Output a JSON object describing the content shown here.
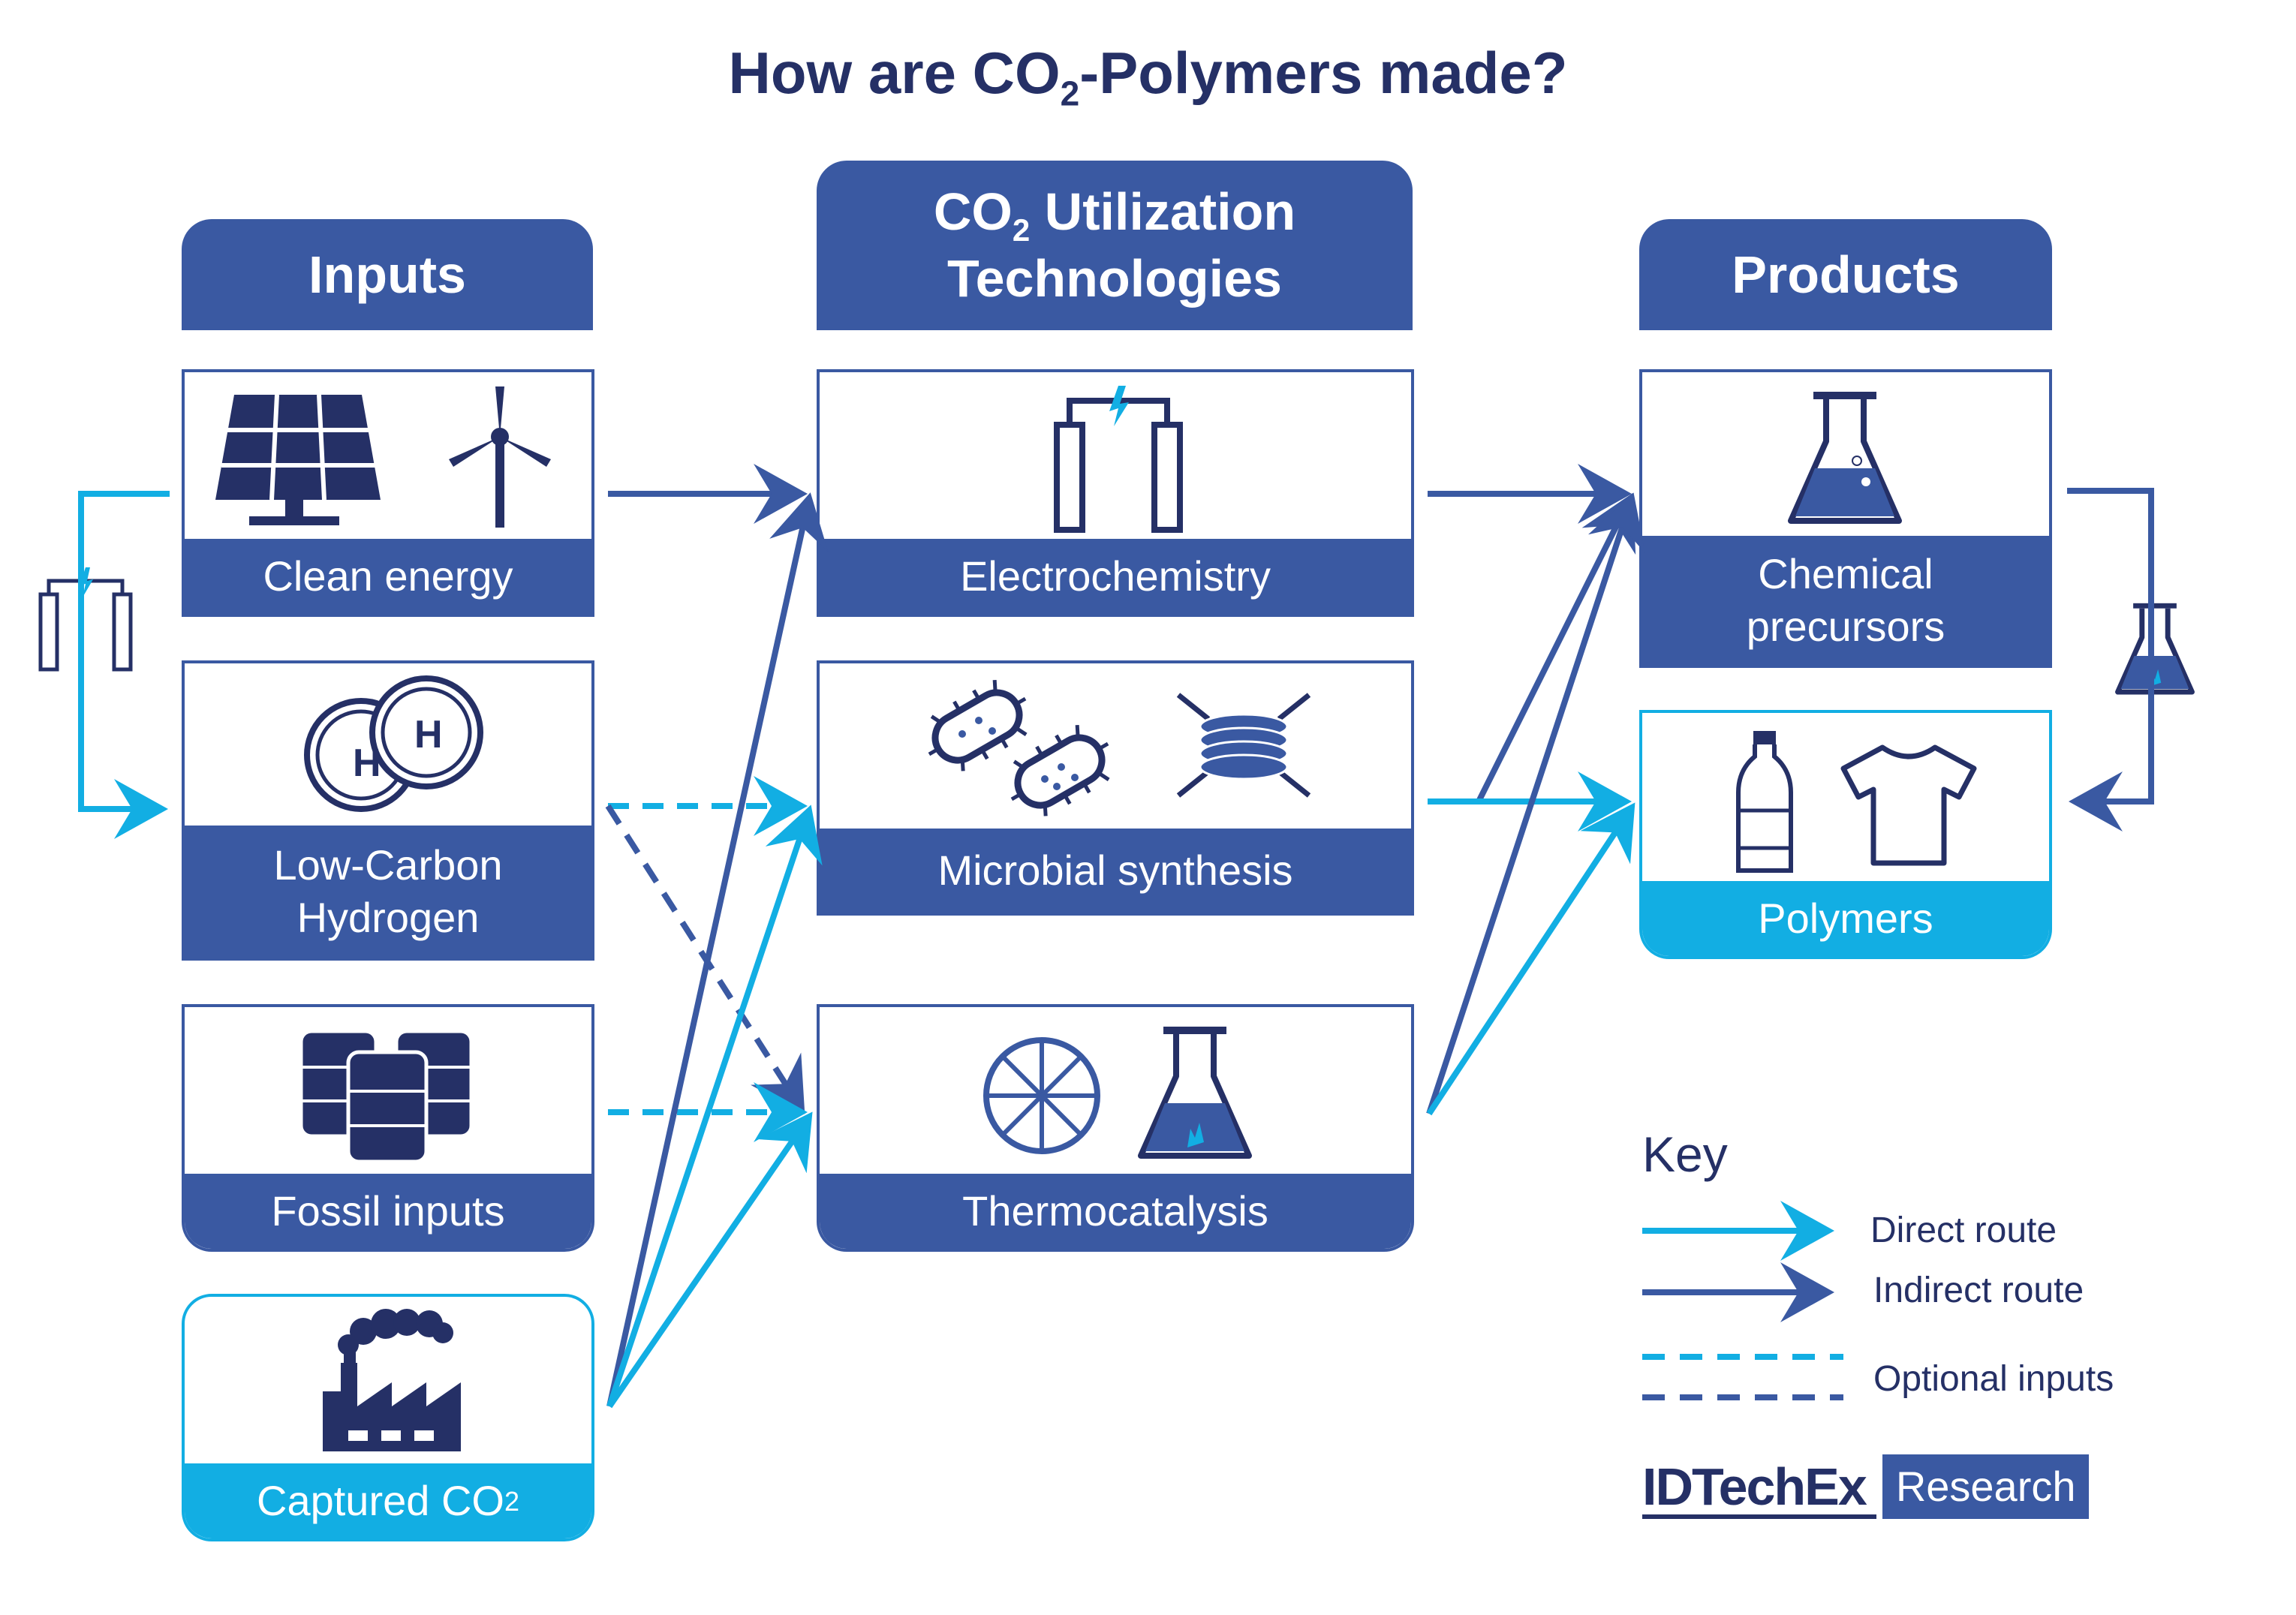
{
  "title": {
    "pre": "How are CO",
    "sub": "2",
    "post": "-Polymers made?"
  },
  "headers": {
    "inputs": "Inputs",
    "tech": {
      "line1_pre": "CO",
      "line1_sub": "2",
      "line1_post": " Utilization",
      "line2": "Technologies"
    },
    "products": "Products"
  },
  "inputs": {
    "clean_energy": "Clean energy",
    "hydrogen_l1": "Low-Carbon",
    "hydrogen_l2": "Hydrogen",
    "fossil": "Fossil inputs",
    "captured_pre": "Captured CO",
    "captured_sub": "2"
  },
  "tech": {
    "electro": "Electrochemistry",
    "microbial": "Microbial synthesis",
    "thermo": "Thermocatalysis"
  },
  "products": {
    "chem_l1": "Chemical",
    "chem_l2": "precursors",
    "polymers": "Polymers"
  },
  "key": {
    "title": "Key",
    "direct": "Direct route",
    "indirect": "Indirect route",
    "optional": "Optional inputs"
  },
  "logo": {
    "brand": "IDTechEx",
    "tag": "Research"
  },
  "colors": {
    "dark": "#3a59a2",
    "light": "#12aee3",
    "navy": "#253066"
  },
  "icons": [
    "solar-panel-icon",
    "wind-turbine-icon",
    "hydrogen-icon",
    "oil-barrels-icon",
    "factory-icon",
    "electrolyzer-icon",
    "bacteria-icon",
    "enzyme-icon",
    "catalyst-wheel-icon",
    "flask-icon",
    "bottle-icon",
    "tshirt-icon"
  ]
}
